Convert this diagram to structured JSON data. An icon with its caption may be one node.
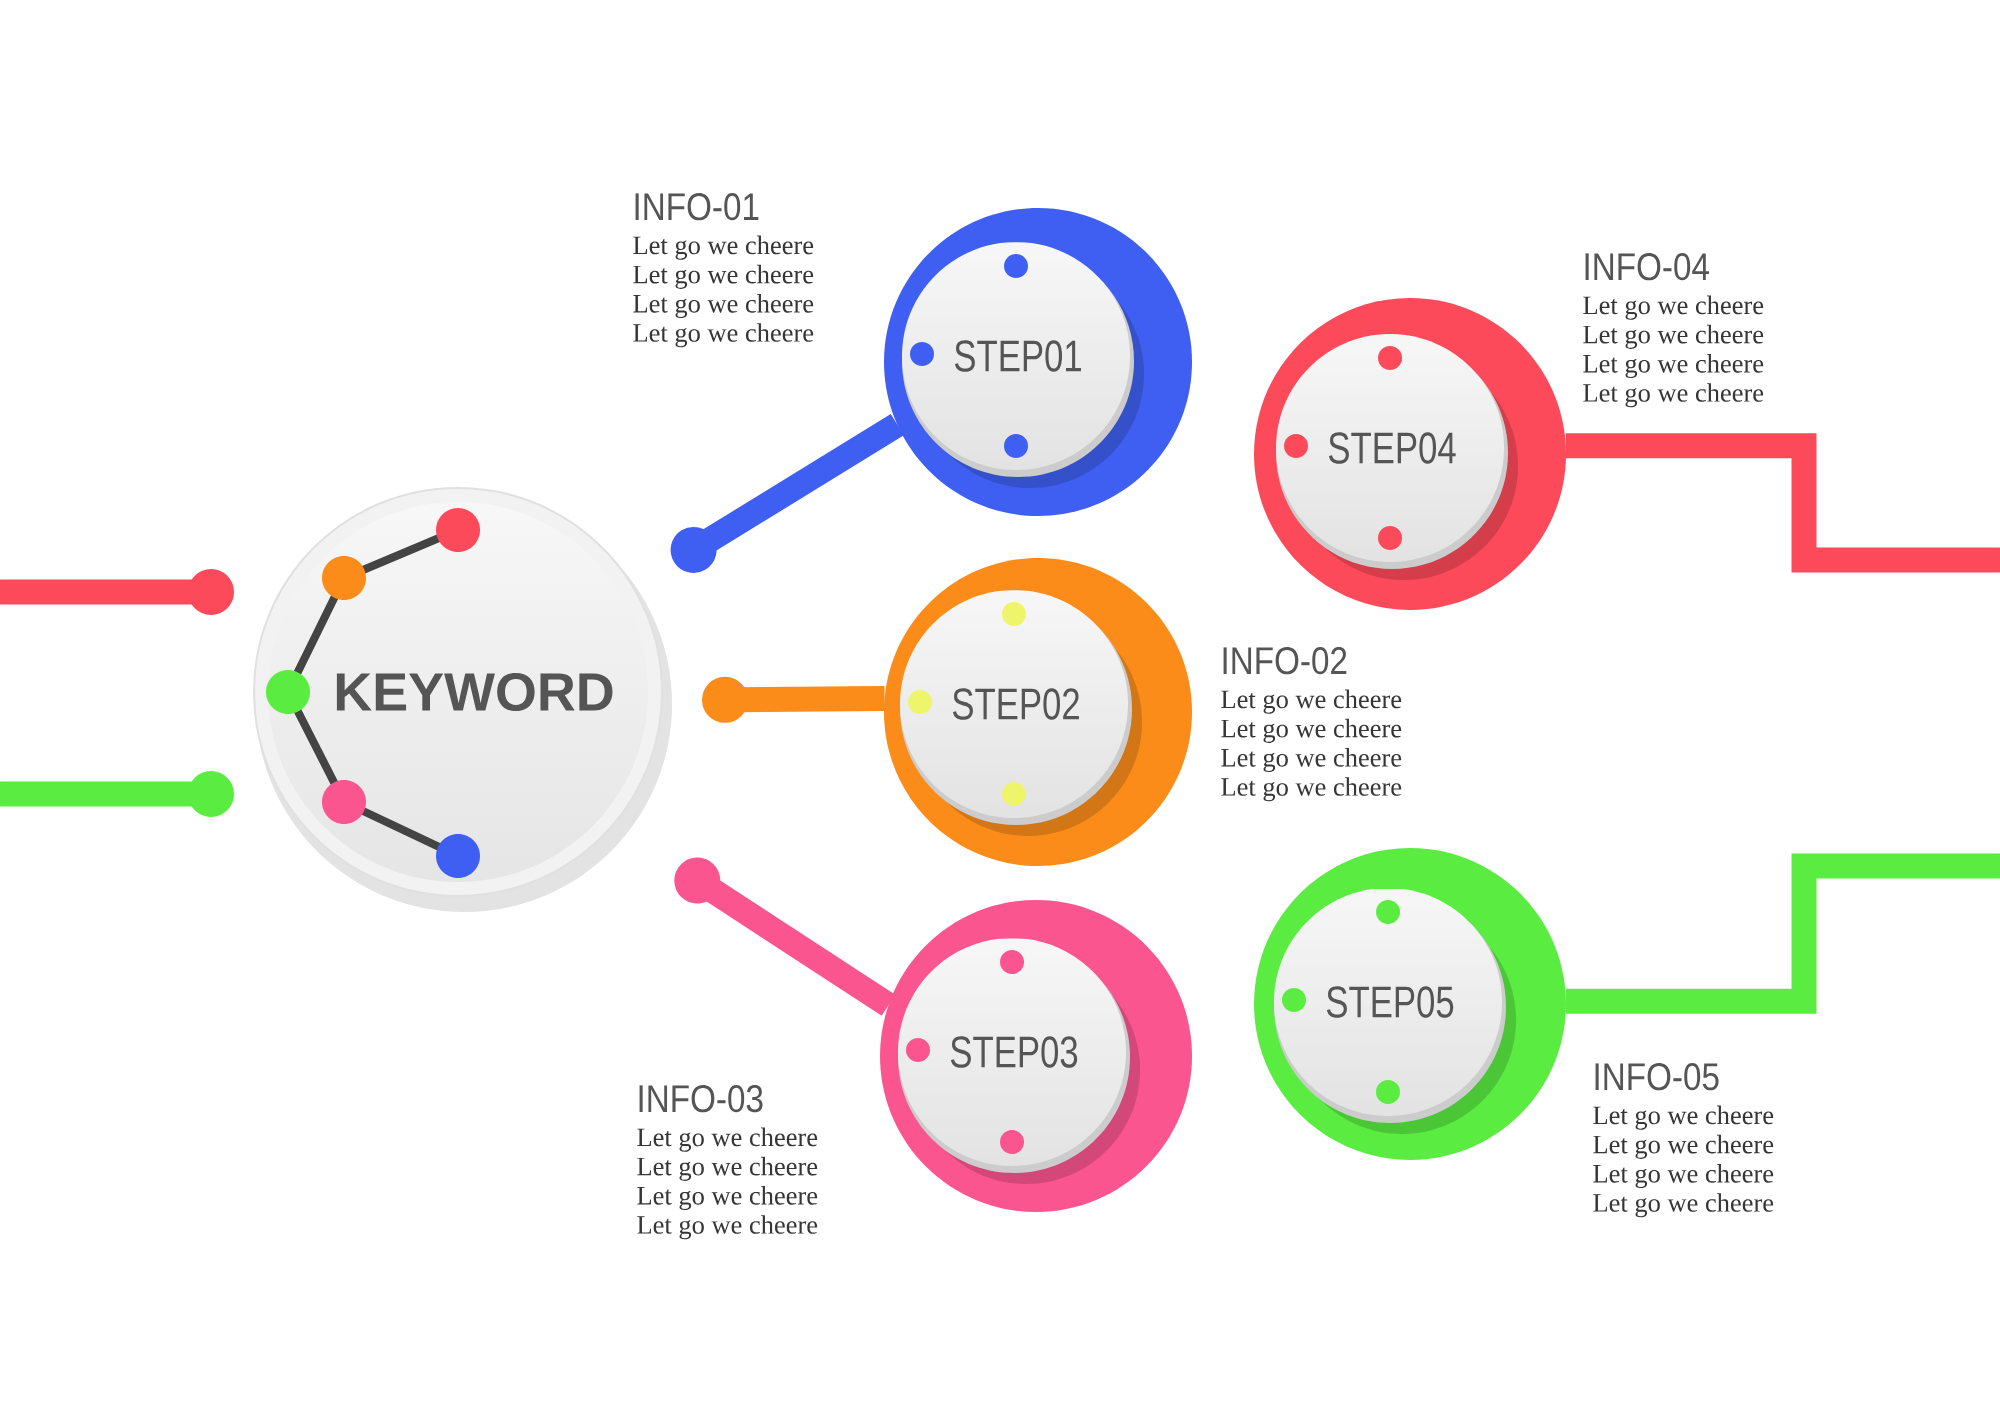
{
  "diagram": {
    "nodes": [
      {
        "text": [
          "KEYWORD"
        ]
      },
      {
        "text": [
          "STEP01"
        ],
        "beside": [
          "INFO-01",
          "Let go we cheere",
          "Let go we cheere",
          "Let go we cheere",
          "Let go we cheere"
        ]
      },
      {
        "text": [
          "STEP02"
        ],
        "beside": [
          "INFO-02",
          "Let go we cheere",
          "Let go we cheere",
          "Let go we cheere",
          "Let go we cheere"
        ]
      },
      {
        "text": [
          "STEP03"
        ],
        "beside": [
          "INFO-03",
          "Let go we cheere",
          "Let go we cheere",
          "Let go we cheere",
          "Let go we cheere"
        ]
      },
      {
        "text": [
          "STEP04"
        ],
        "beside": [
          "INFO-04",
          "Let go we cheere",
          "Let go we cheere",
          "Let go we cheere",
          "Let go we cheere"
        ]
      },
      {
        "text": [
          "STEP05"
        ],
        "beside": [
          "INFO-05",
          "Let go we cheere",
          "Let go we cheere",
          "Let go we cheere",
          "Let go we cheere"
        ]
      }
    ],
    "edges": [
      {
        "from": 0,
        "to": null,
        "arrow": "other",
        "color": "#fc4a5a"
      },
      {
        "from": 0,
        "to": null,
        "arrow": "other",
        "color": "#5aec41"
      },
      {
        "from": 0,
        "to": 1,
        "arrow": "other",
        "color": "#3f5ff2"
      },
      {
        "from": 0,
        "to": 2,
        "arrow": "other",
        "color": "#fb8c1a"
      },
      {
        "from": 0,
        "to": 3,
        "arrow": "other",
        "color": "#fb5590"
      },
      {
        "from": 4,
        "to": null,
        "arrow": "none",
        "color": "#fc4a5a"
      },
      {
        "from": 5,
        "to": null,
        "arrow": "none",
        "color": "#5aec41"
      }
    ]
  }
}
